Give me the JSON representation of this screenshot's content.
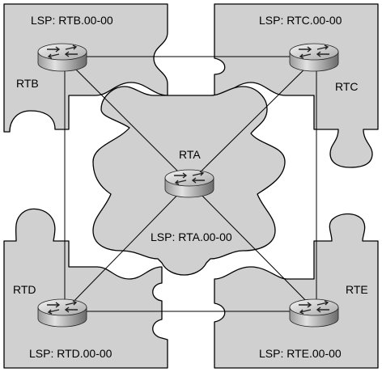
{
  "routers": {
    "rtb": {
      "name": "RTB",
      "lsp": "LSP: RTB.00-00"
    },
    "rtc": {
      "name": "RTC",
      "lsp": "LSP: RTC.00-00"
    },
    "rta": {
      "name": "RTA",
      "lsp": "LSP: RTA.00-00"
    },
    "rtd": {
      "name": "RTD",
      "lsp": "LSP: RTD.00-00"
    },
    "rte": {
      "name": "RTE",
      "lsp": "LSP: RTE.00-00"
    }
  },
  "links": [
    [
      "RTB",
      "RTC"
    ],
    [
      "RTB",
      "RTD"
    ],
    [
      "RTC",
      "RTE"
    ],
    [
      "RTD",
      "RTE"
    ],
    [
      "RTB",
      "RTA"
    ],
    [
      "RTC",
      "RTA"
    ],
    [
      "RTD",
      "RTA"
    ],
    [
      "RTE",
      "RTA"
    ]
  ],
  "colors": {
    "piece": "#d0d0d0",
    "outline": "#000000"
  }
}
